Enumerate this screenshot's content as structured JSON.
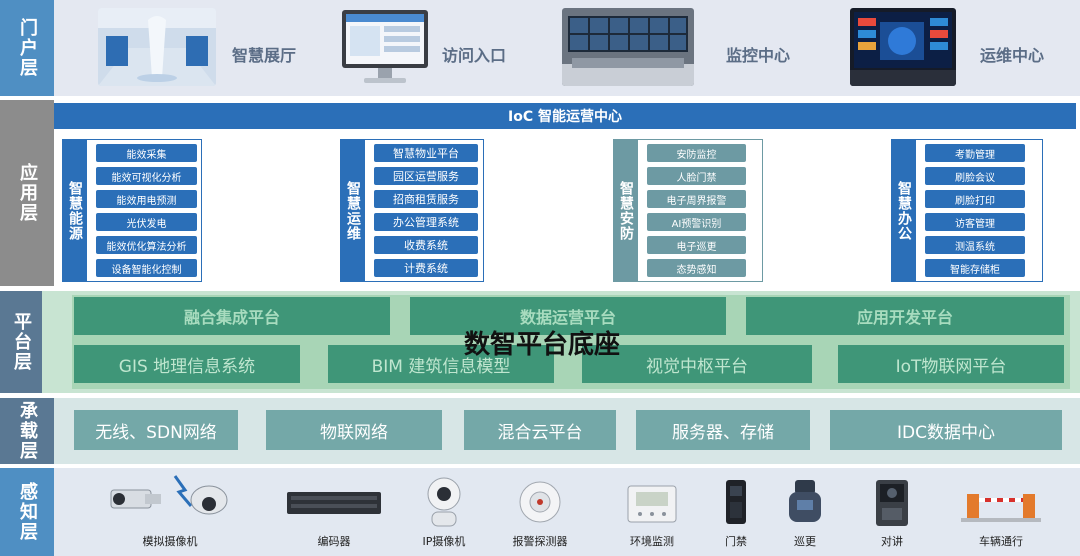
{
  "layers": {
    "portal": "门户层",
    "app": "应用层",
    "platform": "平台层",
    "carrier": "承载层",
    "sense": "感知层"
  },
  "portal": {
    "items": [
      "智慧展厅",
      "访问入口",
      "监控中心",
      "运维中心"
    ]
  },
  "app": {
    "ioc_title": "IoC 智能运营中心",
    "groups": [
      {
        "title": "智慧能源",
        "items": [
          "能效采集",
          "能效可视化分析",
          "能效用电预测",
          "光伏发电",
          "能效优化算法分析",
          "设备智能化控制"
        ]
      },
      {
        "title": "智慧运维",
        "items": [
          "智慧物业平台",
          "园区运营服务",
          "招商租赁服务",
          "办公管理系统",
          "收费系统",
          "计费系统"
        ]
      },
      {
        "title": "智慧安防",
        "items": [
          "安防监控",
          "人脸门禁",
          "电子周界报警",
          "AI预警识别",
          "电子巡更",
          "态势感知"
        ]
      },
      {
        "title": "智慧办公",
        "items": [
          "考勤管理",
          "刷脸会议",
          "刷脸打印",
          "访客管理",
          "测温系统",
          "智能存储柜"
        ]
      }
    ]
  },
  "platform": {
    "top": [
      "融合集成平台",
      "数据运营平台",
      "应用开发平台"
    ],
    "bottom": [
      "GIS 地理信息系统",
      "BIM 建筑信息模型",
      "视觉中枢平台",
      "IoT物联网平台"
    ],
    "center": "数智平台底座"
  },
  "carrier": {
    "items": [
      "无线、SDN网络",
      "物联网络",
      "混合云平台",
      "服务器、存储",
      "IDC数据中心"
    ]
  },
  "sense": {
    "devices": [
      "模拟摄像机",
      "编码器",
      "IP摄像机",
      "报警探测器",
      "环境监测",
      "门禁",
      "巡更",
      "对讲",
      "车辆通行"
    ]
  },
  "colors": {
    "energy": "#2b6fb8",
    "ops": "#2b6fb8",
    "security": "#6d9aa3",
    "office": "#2b6fb8",
    "platform_box": "#3f9678",
    "carrier_box": "#74a8a8"
  }
}
